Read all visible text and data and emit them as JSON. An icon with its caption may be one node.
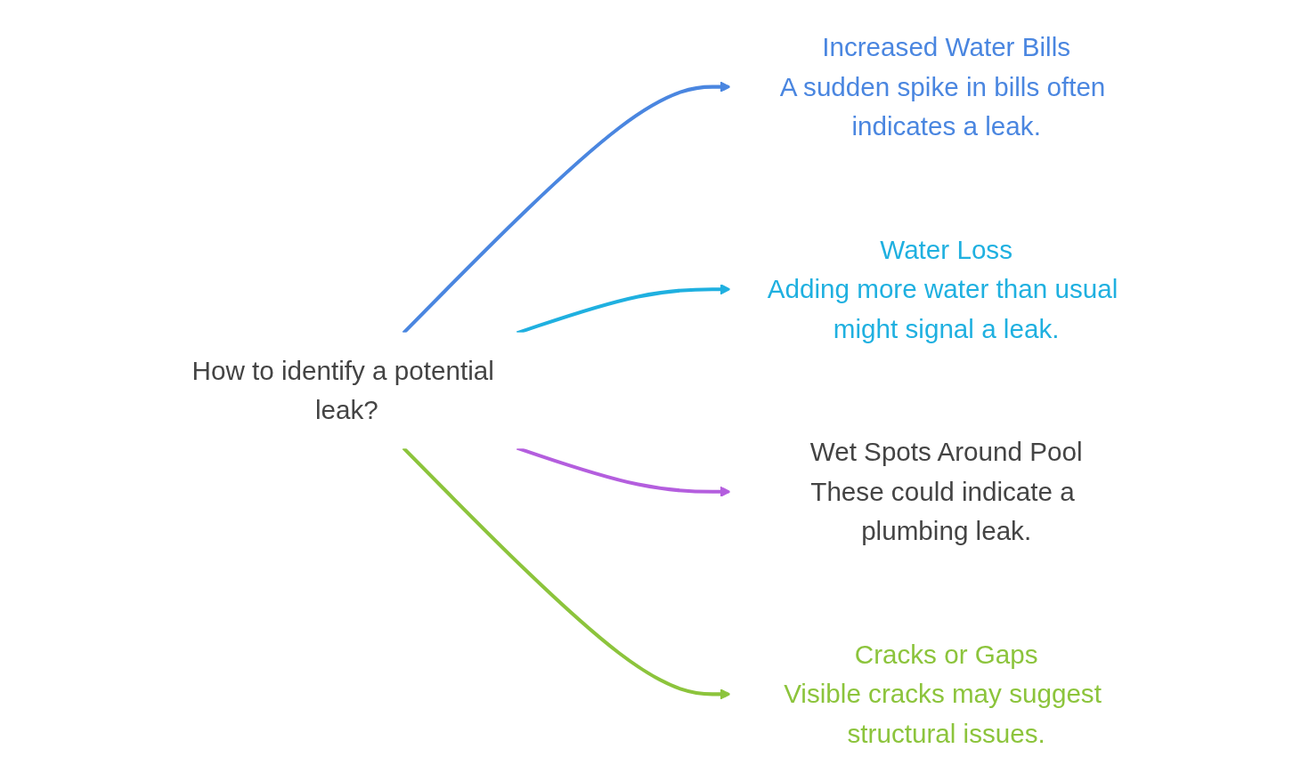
{
  "diagram": {
    "nodes": [
      {
        "text": [
          "How to identify a potential leak?"
        ]
      },
      {
        "text": [
          "Increased Water Bills",
          "A sudden spike in bills often indicates a leak."
        ]
      },
      {
        "text": [
          "Water Loss",
          "Adding more water than usual might signal a leak."
        ]
      },
      {
        "text": [
          "Wet Spots Around Pool",
          "These could indicate a plumbing leak."
        ]
      },
      {
        "text": [
          "Cracks or Gaps",
          "Visible cracks may suggest structural issues."
        ]
      }
    ],
    "edges": [
      {
        "from": 0,
        "to": 1,
        "arrow": "to",
        "color": "#4a86e0"
      },
      {
        "from": 0,
        "to": 2,
        "arrow": "to",
        "color": "#1fb0e0"
      },
      {
        "from": 0,
        "to": 3,
        "arrow": "to",
        "color": "#b45ede"
      },
      {
        "from": 0,
        "to": 4,
        "arrow": "to",
        "color": "#8cc43c"
      }
    ]
  }
}
